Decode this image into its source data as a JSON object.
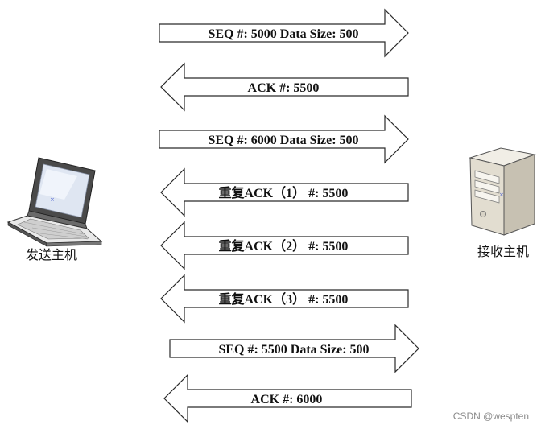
{
  "hosts": {
    "sender": {
      "label": "发送主机",
      "icon": "laptop-icon"
    },
    "receiver": {
      "label": "接收主机",
      "icon": "server-icon"
    }
  },
  "messages": [
    {
      "direction": "right",
      "label": "SEQ #:  5000 Data Size:  500"
    },
    {
      "direction": "left",
      "label": "ACK #:  5500"
    },
    {
      "direction": "right",
      "label": "SEQ #:  6000 Data Size:  500"
    },
    {
      "direction": "left",
      "label": "重复ACK（1） #:  5500"
    },
    {
      "direction": "left",
      "label": "重复ACK（2） #:  5500"
    },
    {
      "direction": "left",
      "label": "重复ACK（3） #:  5500"
    },
    {
      "direction": "right",
      "label": "SEQ #:  5500 Data Size:  500"
    },
    {
      "direction": "left",
      "label": "ACK #:  6000"
    }
  ],
  "watermark": "CSDN @wespten"
}
